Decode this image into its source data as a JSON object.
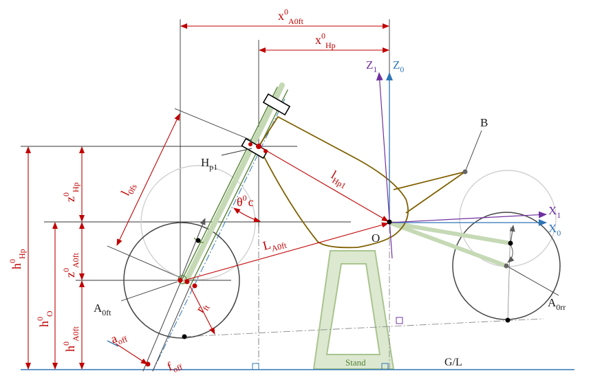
{
  "labels": {
    "x_a0ft": {
      "main": "x",
      "sup": "0",
      "sub": "A0ft"
    },
    "x_hp": {
      "main": "x",
      "sup": "0",
      "sub": "Hp"
    },
    "z1": {
      "main": "Z",
      "sub": "1"
    },
    "z0": {
      "main": "Z",
      "sub": "0"
    },
    "b": "B",
    "h_hp": {
      "main": "h",
      "sup": "0",
      "sub": "Hp"
    },
    "z_hp": {
      "main": "z",
      "sup": "0",
      "sub": "Hp"
    },
    "hp1": {
      "main": "H",
      "sub": "p1"
    },
    "l0fs": {
      "main": "l",
      "sub": "0fs"
    },
    "l_hp1": {
      "main": "l",
      "sub": "Hp1"
    },
    "theta": {
      "main": "θ",
      "sup": "0",
      "tail": "c"
    },
    "x1": {
      "main": "X",
      "sub": "1"
    },
    "x0": {
      "main": "X",
      "sub": "0"
    },
    "z_a0ft": {
      "main": "z",
      "sup": "0",
      "sub": "A0ft"
    },
    "l_a0ft": {
      "main": "L",
      "sub": "A0ft"
    },
    "o_point": "O",
    "h_o": {
      "main": "h",
      "sup": "0",
      "sub": "O"
    },
    "a0ft": {
      "main": "A",
      "sub": "0ft"
    },
    "r_ft": {
      "main": "r",
      "sub": "ft"
    },
    "h_a0ft": {
      "main": "h",
      "sup": "0",
      "sub": "A0ft"
    },
    "a_off": {
      "main": "a",
      "sub": "off"
    },
    "f_off": {
      "main": "f",
      "sub": "off"
    },
    "stand": "Stand",
    "ground": "G/L",
    "a0rr": {
      "main": "A",
      "sub": "0rr"
    }
  },
  "colors": {
    "dimension": "#c00000",
    "frame": "#7f6000",
    "fork": "#548235",
    "axis_z0": "#2e75b6",
    "axis_z1": "#7030a0",
    "wheel": "#595959",
    "stand": "#c5d9b5"
  }
}
